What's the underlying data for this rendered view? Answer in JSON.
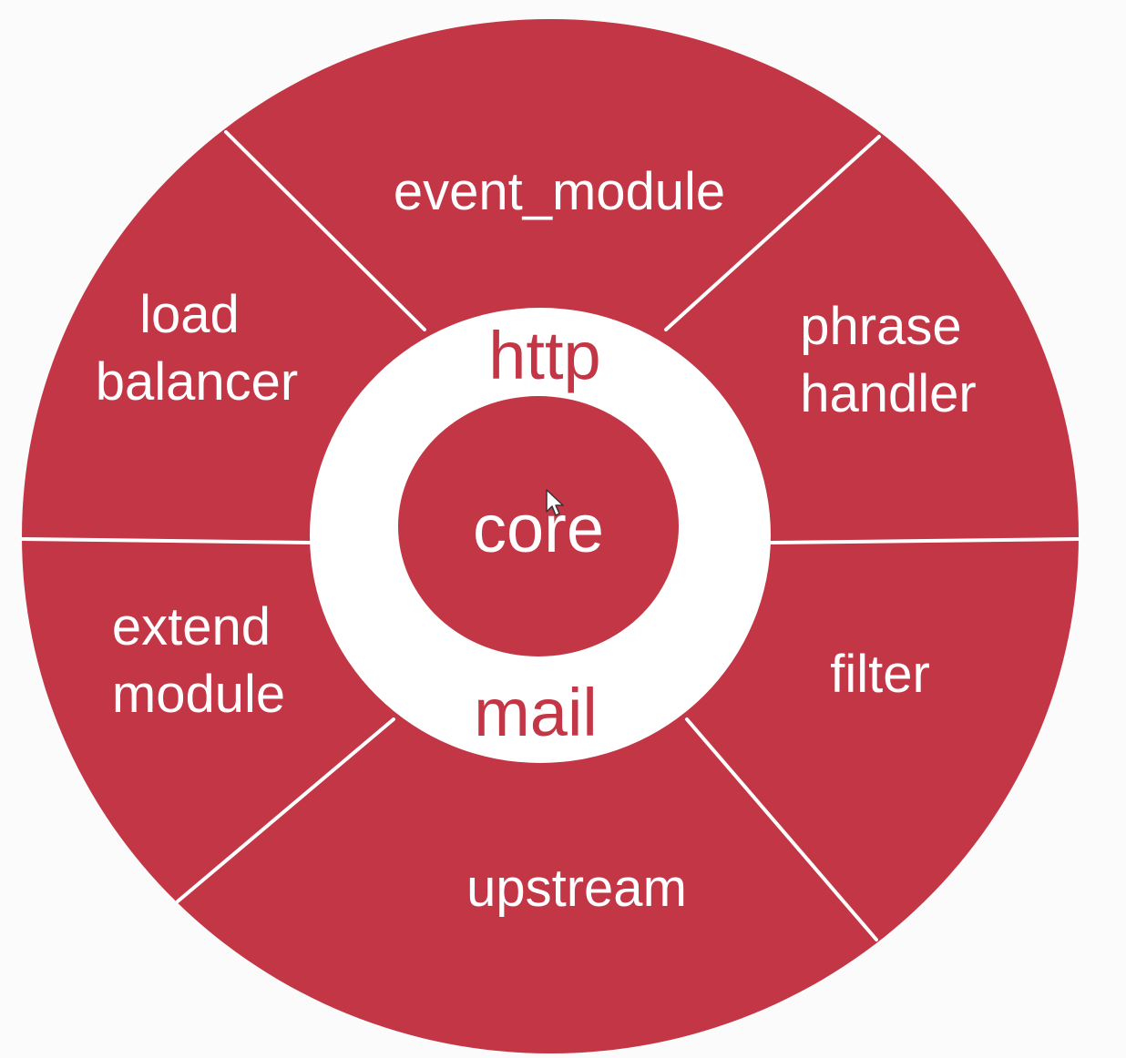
{
  "colors": {
    "segment_fill": "#c23645",
    "ring_fill": "#ffffff",
    "divider": "#ffffff",
    "background": "#fbfbfb"
  },
  "outer_segments": [
    {
      "key": "event_module",
      "lines": [
        "event_module"
      ]
    },
    {
      "key": "phrase_handler",
      "lines": [
        "phrase",
        "handler"
      ]
    },
    {
      "key": "filter",
      "lines": [
        "filter"
      ]
    },
    {
      "key": "upstream",
      "lines": [
        "upstream"
      ]
    },
    {
      "key": "extend_module",
      "lines": [
        "extend",
        "module"
      ]
    },
    {
      "key": "load_balancer",
      "lines": [
        "load",
        "balancer"
      ]
    }
  ],
  "ring": {
    "top_label": "http",
    "bottom_label": "mail"
  },
  "core": {
    "label": "core"
  }
}
